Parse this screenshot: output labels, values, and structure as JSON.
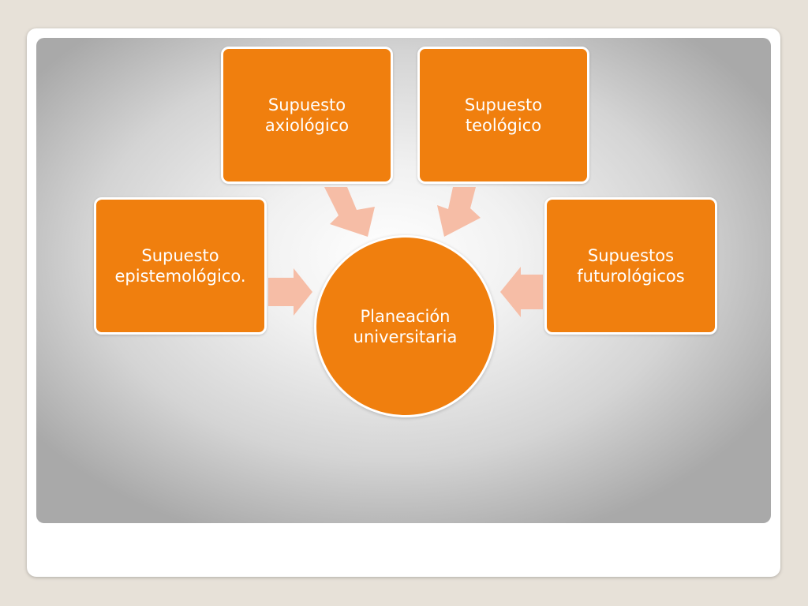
{
  "diagram": {
    "center": {
      "label": "Planeación\nuniversitaria"
    },
    "nodes": {
      "epistemologico": "Supuesto\nepistemológico.",
      "axiologico": "Supuesto\naxiológico",
      "teologico": "Supuesto\nteológico",
      "futurologicos": "Supuestos\nfuturológicos"
    }
  },
  "colors": {
    "node_fill": "#f07f0e",
    "arrow_fill": "#f6bda6",
    "node_border": "#ffffff",
    "background": "#e7e1d8"
  }
}
